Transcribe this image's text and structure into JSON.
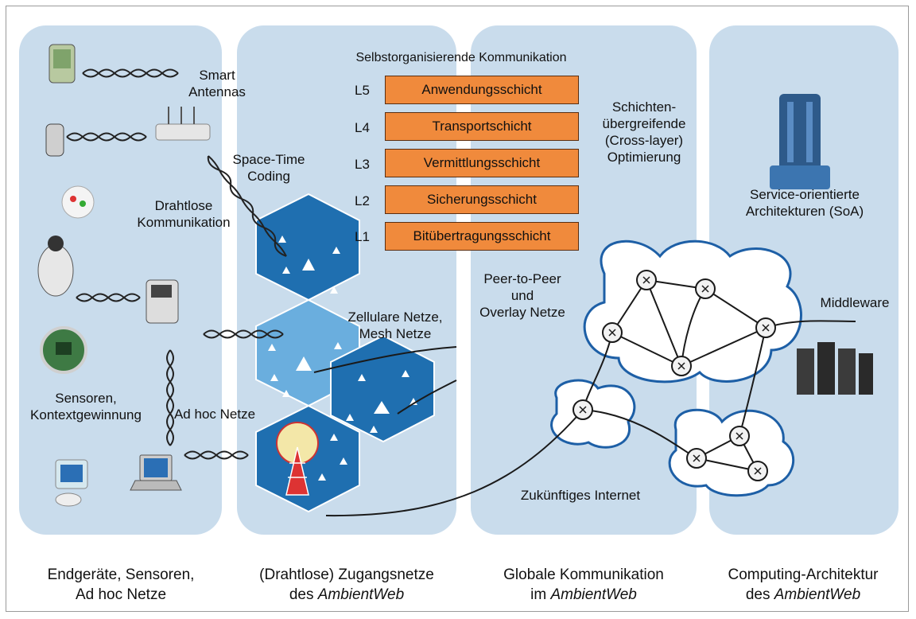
{
  "title": "Selbstorganisierende Kommunikation",
  "layers": [
    {
      "id": "L5",
      "name": "Anwendungsschicht"
    },
    {
      "id": "L4",
      "name": "Transportschicht"
    },
    {
      "id": "L3",
      "name": "Vermittlungsschicht"
    },
    {
      "id": "L2",
      "name": "Sicherungsschicht"
    },
    {
      "id": "L1",
      "name": "Bitübertragungsschicht"
    }
  ],
  "labels": {
    "smart_antennas_1": "Smart",
    "smart_antennas_2": "Antennas",
    "space_time_1": "Space-Time",
    "space_time_2": "Coding",
    "drahtlose_1": "Drahtlose",
    "drahtlose_2": "Kommunikation",
    "sensoren_1": "Sensoren,",
    "sensoren_2": "Kontextgewinnung",
    "ad_hoc": "Ad hoc Netze",
    "zellulare_1": "Zellulare Netze,",
    "zellulare_2": "Mesh Netze",
    "cross_1": "Schichten-",
    "cross_2": "übergreifende",
    "cross_3": "(Cross-layer)",
    "cross_4": "Optimierung",
    "p2p_1": "Peer-to-Peer",
    "p2p_2": "und",
    "p2p_3": "Overlay Netze",
    "internet": "Zukünftiges Internet",
    "soa_1": "Service-orientierte",
    "soa_2": "Architekturen (SoA)",
    "middleware": "Middleware"
  },
  "footer": [
    {
      "line1": "Endgeräte, Sensoren,",
      "line2": "Ad hoc Netze"
    },
    {
      "line1": "(Drahtlose) Zugangsnetze",
      "line2_prefix": "des ",
      "line2_em": "AmbientWeb"
    },
    {
      "line1": "Globale Kommunikation",
      "line2_prefix": "im ",
      "line2_em": "AmbientWeb"
    },
    {
      "line1": "Computing-Architektur",
      "line2_prefix": "des ",
      "line2_em": "AmbientWeb"
    }
  ],
  "colors": {
    "column": "#c9dcec",
    "layer_fill": "#f08a3c",
    "hex_dark": "#1f6fb0",
    "hex_light": "#6aaede",
    "cloud_border": "#1d5fa6"
  }
}
